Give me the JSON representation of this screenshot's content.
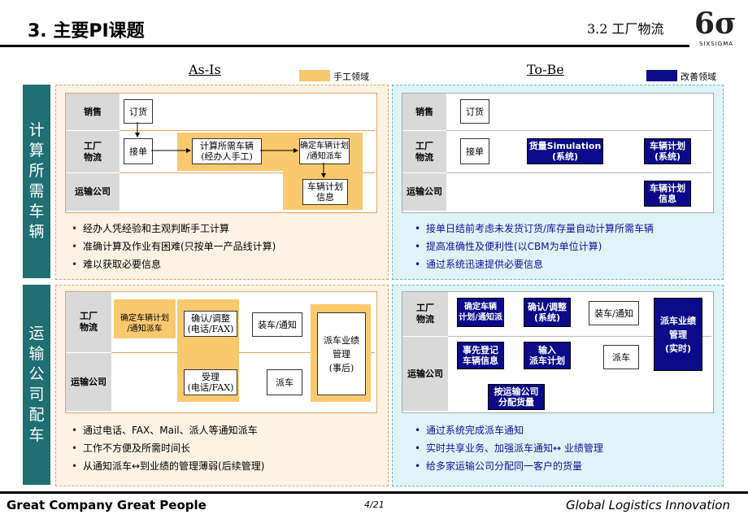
{
  "header": {
    "section_title": "3.  主要PI课题",
    "section_sub": "3.2  工厂物流",
    "logo_main": "6σ",
    "logo_sub": "SIXSIGMA"
  },
  "columns": {
    "as_is": "As-Is",
    "to_be": "To-Be",
    "legend_manual": "手工领域",
    "legend_improve": "改善领域"
  },
  "colors": {
    "teal": "#1f6f73",
    "orange": "#f9c96e",
    "navy": "#0a0a8a",
    "asis_bg": "#fdf2e4",
    "tobe_bg": "#dff4f8"
  },
  "sections": {
    "top": {
      "side_label": [
        "计",
        "算",
        "所",
        "需",
        "车",
        "辆"
      ],
      "rows": [
        "销售",
        "工厂\n物流",
        "运输公司"
      ],
      "asis_boxes": {
        "order": "订货",
        "receive": "接单",
        "calc": "计算所需车辆\n(经办人手工)",
        "plan": "确定车辆计划\n/通知派车",
        "info": "车辆计划\n信息"
      },
      "tobe_boxes": {
        "order": "订货",
        "receive": "接单",
        "sim": "货量Simulation\n(系统)",
        "plan": "车辆计划\n(系统)",
        "info": "车辆计划\n信息"
      },
      "asis_bullets": [
        "经办人凭经验和主观判断手工计算",
        "准确计算及作业有困难(只按单一产品线计算)",
        "难以获取必要信息"
      ],
      "tobe_bullets": [
        "接单日结前考虑未发货订货/库存量自动计算所需车辆",
        "提高准确性及便利性(以CBM为单位计算)",
        "通过系统迅速提供必要信息"
      ]
    },
    "bottom": {
      "side_label": [
        "运",
        "输",
        "公",
        "司",
        "配",
        "车"
      ],
      "rows": [
        "工厂\n物流",
        "运输公司"
      ],
      "asis_boxes": {
        "plan": "确定车辆计划\n/通知派车",
        "confirm": "确认/调整\n(电话/FAX)",
        "load": "装车/通知",
        "perf": "派车业绩\n管理\n(事后)",
        "receive": "受理\n(电话/FAX)",
        "dispatch": "派车"
      },
      "tobe_boxes": {
        "plan": "确定车辆\n计划/通知派",
        "confirm": "确认/调整\n(系统)",
        "load": "装车/通知",
        "perf": "派车业绩\n管理\n(实时)",
        "prereg": "事先登记\n车辆信息",
        "input": "输入\n派车计划",
        "dispatch": "派车",
        "alloc": "按运输公司\n分配货量"
      },
      "asis_bullets": [
        "通过电话、FAX、Mail、派人等通知派车",
        "工作不方便及所需时间长",
        "从通知派车↔到业绩的管理薄弱(后续管理)"
      ],
      "tobe_bullets": [
        "通过系统完成派车通知",
        "实时共享业务、加强派车通知↔ 业绩管理",
        "给多家运输公司分配同一客户的货量"
      ]
    }
  },
  "footer": {
    "left": "Great Company  Great People",
    "page": "4/21",
    "right": "Global  Logistics Innovation"
  }
}
